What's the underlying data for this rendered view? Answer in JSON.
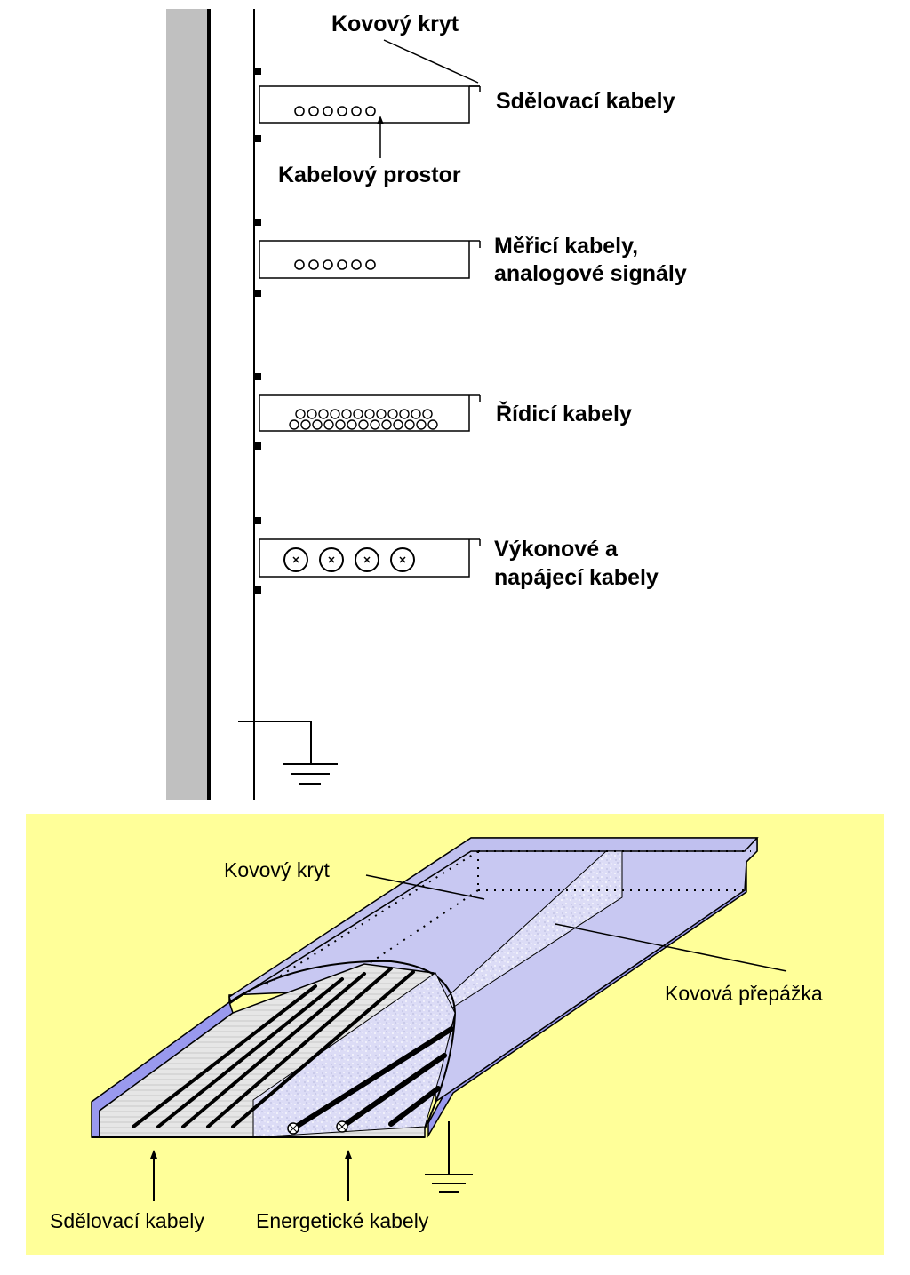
{
  "top_diagram": {
    "labels": {
      "metal_cover": "Kovový kryt",
      "comm_cables": "Sdělovací kabely",
      "cable_space": "Kabelový prostor",
      "measure_line1": "Měřicí kabely,",
      "measure_line2": "analogové signály",
      "control_cables": "Řídicí kabely",
      "power_line1": "Výkonové a",
      "power_line2": "napájecí kabely"
    }
  },
  "bottom_diagram": {
    "labels": {
      "metal_cover": "Kovový kryt",
      "metal_partition": "Kovová přepážka",
      "comm_cables": "Sdělovací kabely",
      "energy_cables": "Energetické kabely"
    },
    "colors": {
      "background": "#ffff99",
      "tray": "#9999ee",
      "cover": "#c8c8f2",
      "cable_bed": "#e8e8e8"
    }
  }
}
